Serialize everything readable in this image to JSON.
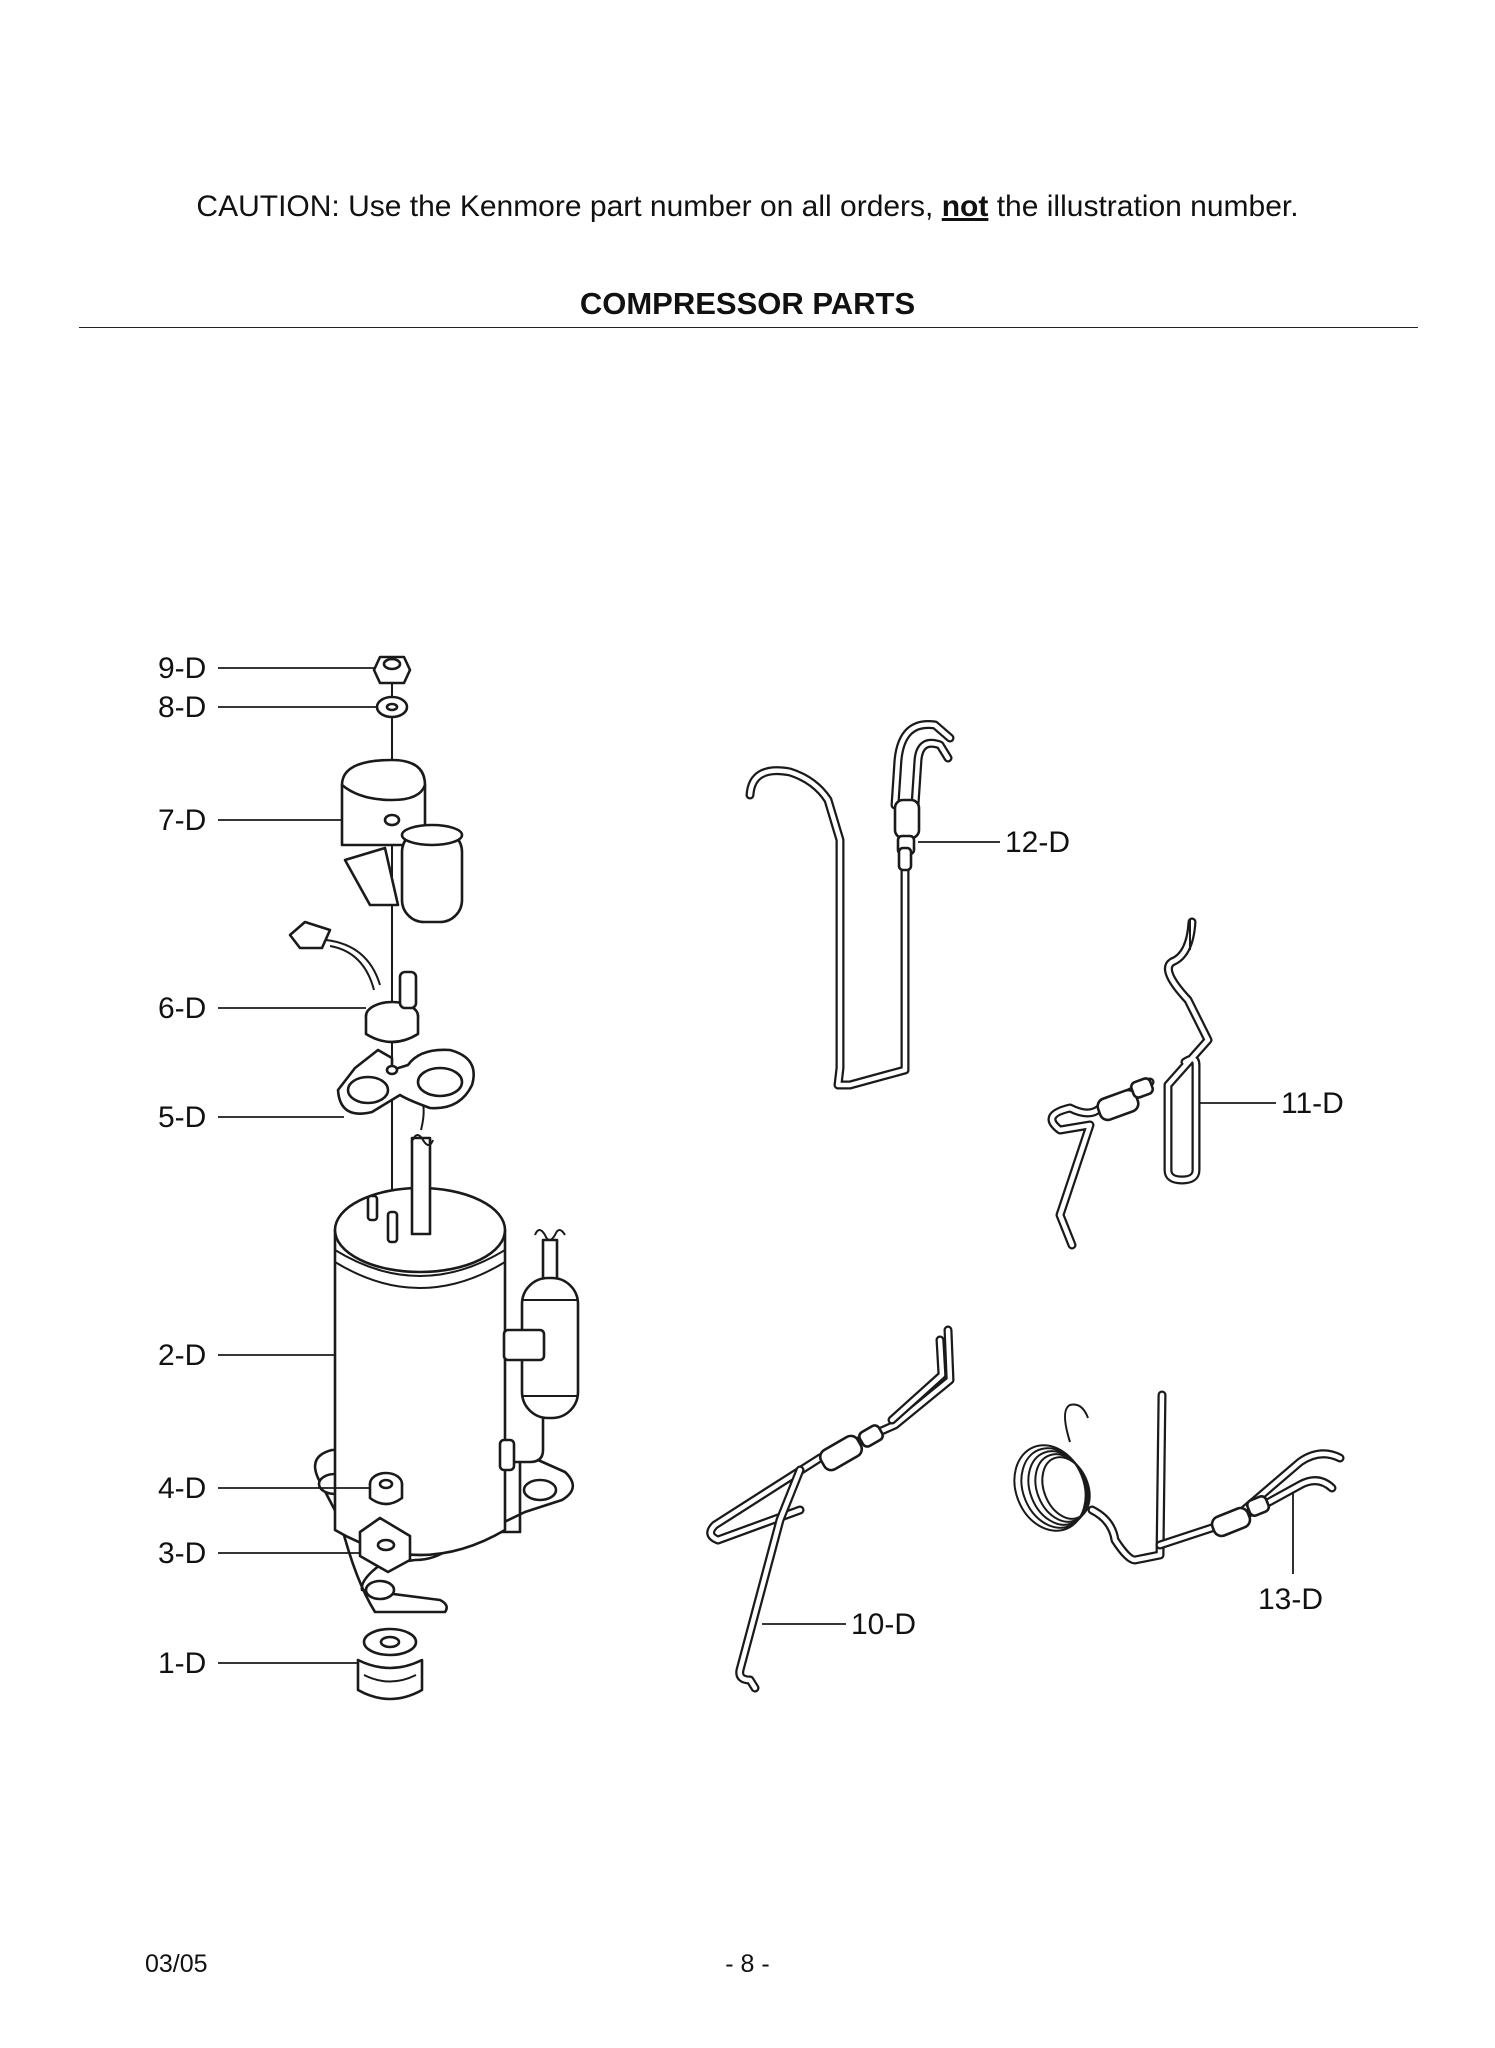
{
  "header": {
    "caution_prefix": "CAUTION: Use the Kenmore part number on all orders,",
    "caution_emphasis": "not",
    "caution_suffix": "the illustration number."
  },
  "section": {
    "title": "COMPRESSOR PARTS"
  },
  "callouts": {
    "p9": "9-D",
    "p8": "8-D",
    "p7": "7-D",
    "p6": "6-D",
    "p5": "5-D",
    "p2": "2-D",
    "p4": "4-D",
    "p3": "3-D",
    "p1": "1-D",
    "p12": "12-D",
    "p11": "11-D",
    "p10": "10-D",
    "p13": "13-D"
  },
  "footer": {
    "date": "03/05",
    "page": "- 8 -"
  }
}
